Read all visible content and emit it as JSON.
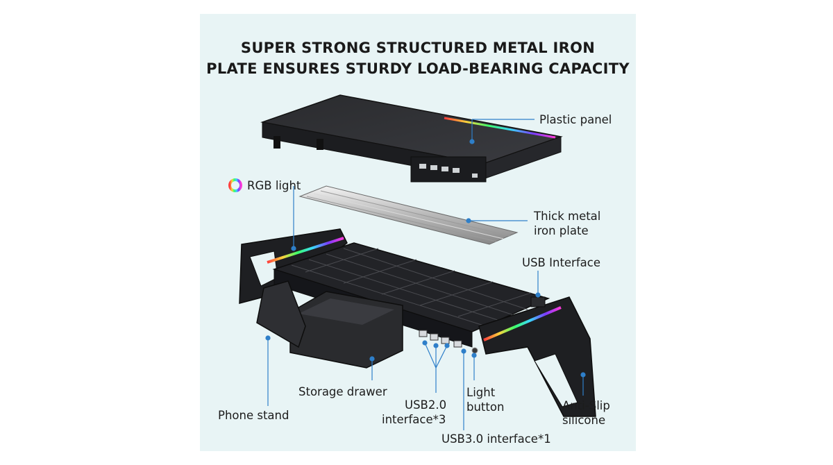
{
  "title": {
    "line1": "SUPER STRONG STRUCTURED METAL IRON",
    "line2": "PLATE ENSURES STURDY LOAD-BEARING CAPACITY"
  },
  "callouts": {
    "plastic_panel": "Plastic panel",
    "rgb_light": "RGB light",
    "metal_plate_line1": "Thick metal",
    "metal_plate_line2": "iron plate",
    "usb_interface": "USB Interface",
    "storage_drawer": "Storage drawer",
    "phone_stand": "Phone stand",
    "usb2_line1": "USB2.0",
    "usb2_line2": "interface*3",
    "light_button_line1": "Light",
    "light_button_line2": "button",
    "anti_slip_line1": "Anti-Slip",
    "anti_slip_line2": "silicone",
    "usb3": "USB3.0 interface*1"
  },
  "colors": {
    "background_panel": "#e8f4f5",
    "callout_line": "#2e7fc9",
    "product_dark": "#1e1f22"
  },
  "icons": {
    "rgb": "rgb-ring-icon"
  }
}
